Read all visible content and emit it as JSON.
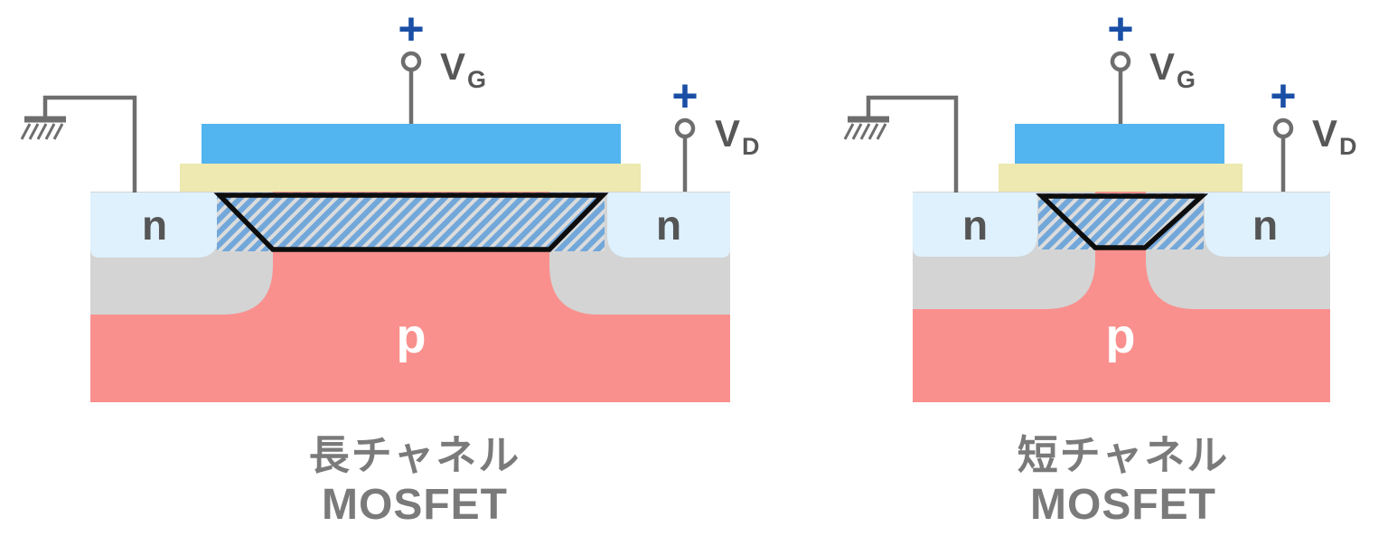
{
  "figure": {
    "description_labels": {
      "substrate": "p",
      "source": "n",
      "drain": "n"
    }
  },
  "colors": {
    "gate": "#52B5EF",
    "oxide": "#EDE9B0",
    "n_region": "#DEF1FD",
    "depletion_gray": "#D4D4D4",
    "p_region": "#F9908E",
    "hatch_stripe": "#72A7DA",
    "hatch_bg": "#DCDCDC",
    "wire": "#6E6E6E",
    "plus_blue": "#1A4FA6",
    "label_dark": "#555555",
    "v_label_gray": "#575757",
    "caption_gray": "#7A7A7A",
    "outline_black": "#0D0D0D",
    "p_label_white": "#FFFFFF"
  },
  "icons": {
    "ground": "ground-icon",
    "terminal": "open-terminal-circle",
    "plus": "+"
  },
  "diagrams": [
    {
      "caption_line1": "長チャネル",
      "caption_line2": "MOSFET",
      "gate_plus": "+",
      "drain_plus": "+",
      "gate_label": "V",
      "gate_label_sub": "G",
      "drain_label": "V",
      "drain_label_sub": "D",
      "source_label": "n",
      "drain_region_label": "n",
      "substrate_label": "p"
    },
    {
      "caption_line1": "短チャネル",
      "caption_line2": "MOSFET",
      "gate_plus": "+",
      "drain_plus": "+",
      "gate_label": "V",
      "gate_label_sub": "G",
      "drain_label": "V",
      "drain_label_sub": "D",
      "source_label": "n",
      "drain_region_label": "n",
      "substrate_label": "p"
    }
  ]
}
